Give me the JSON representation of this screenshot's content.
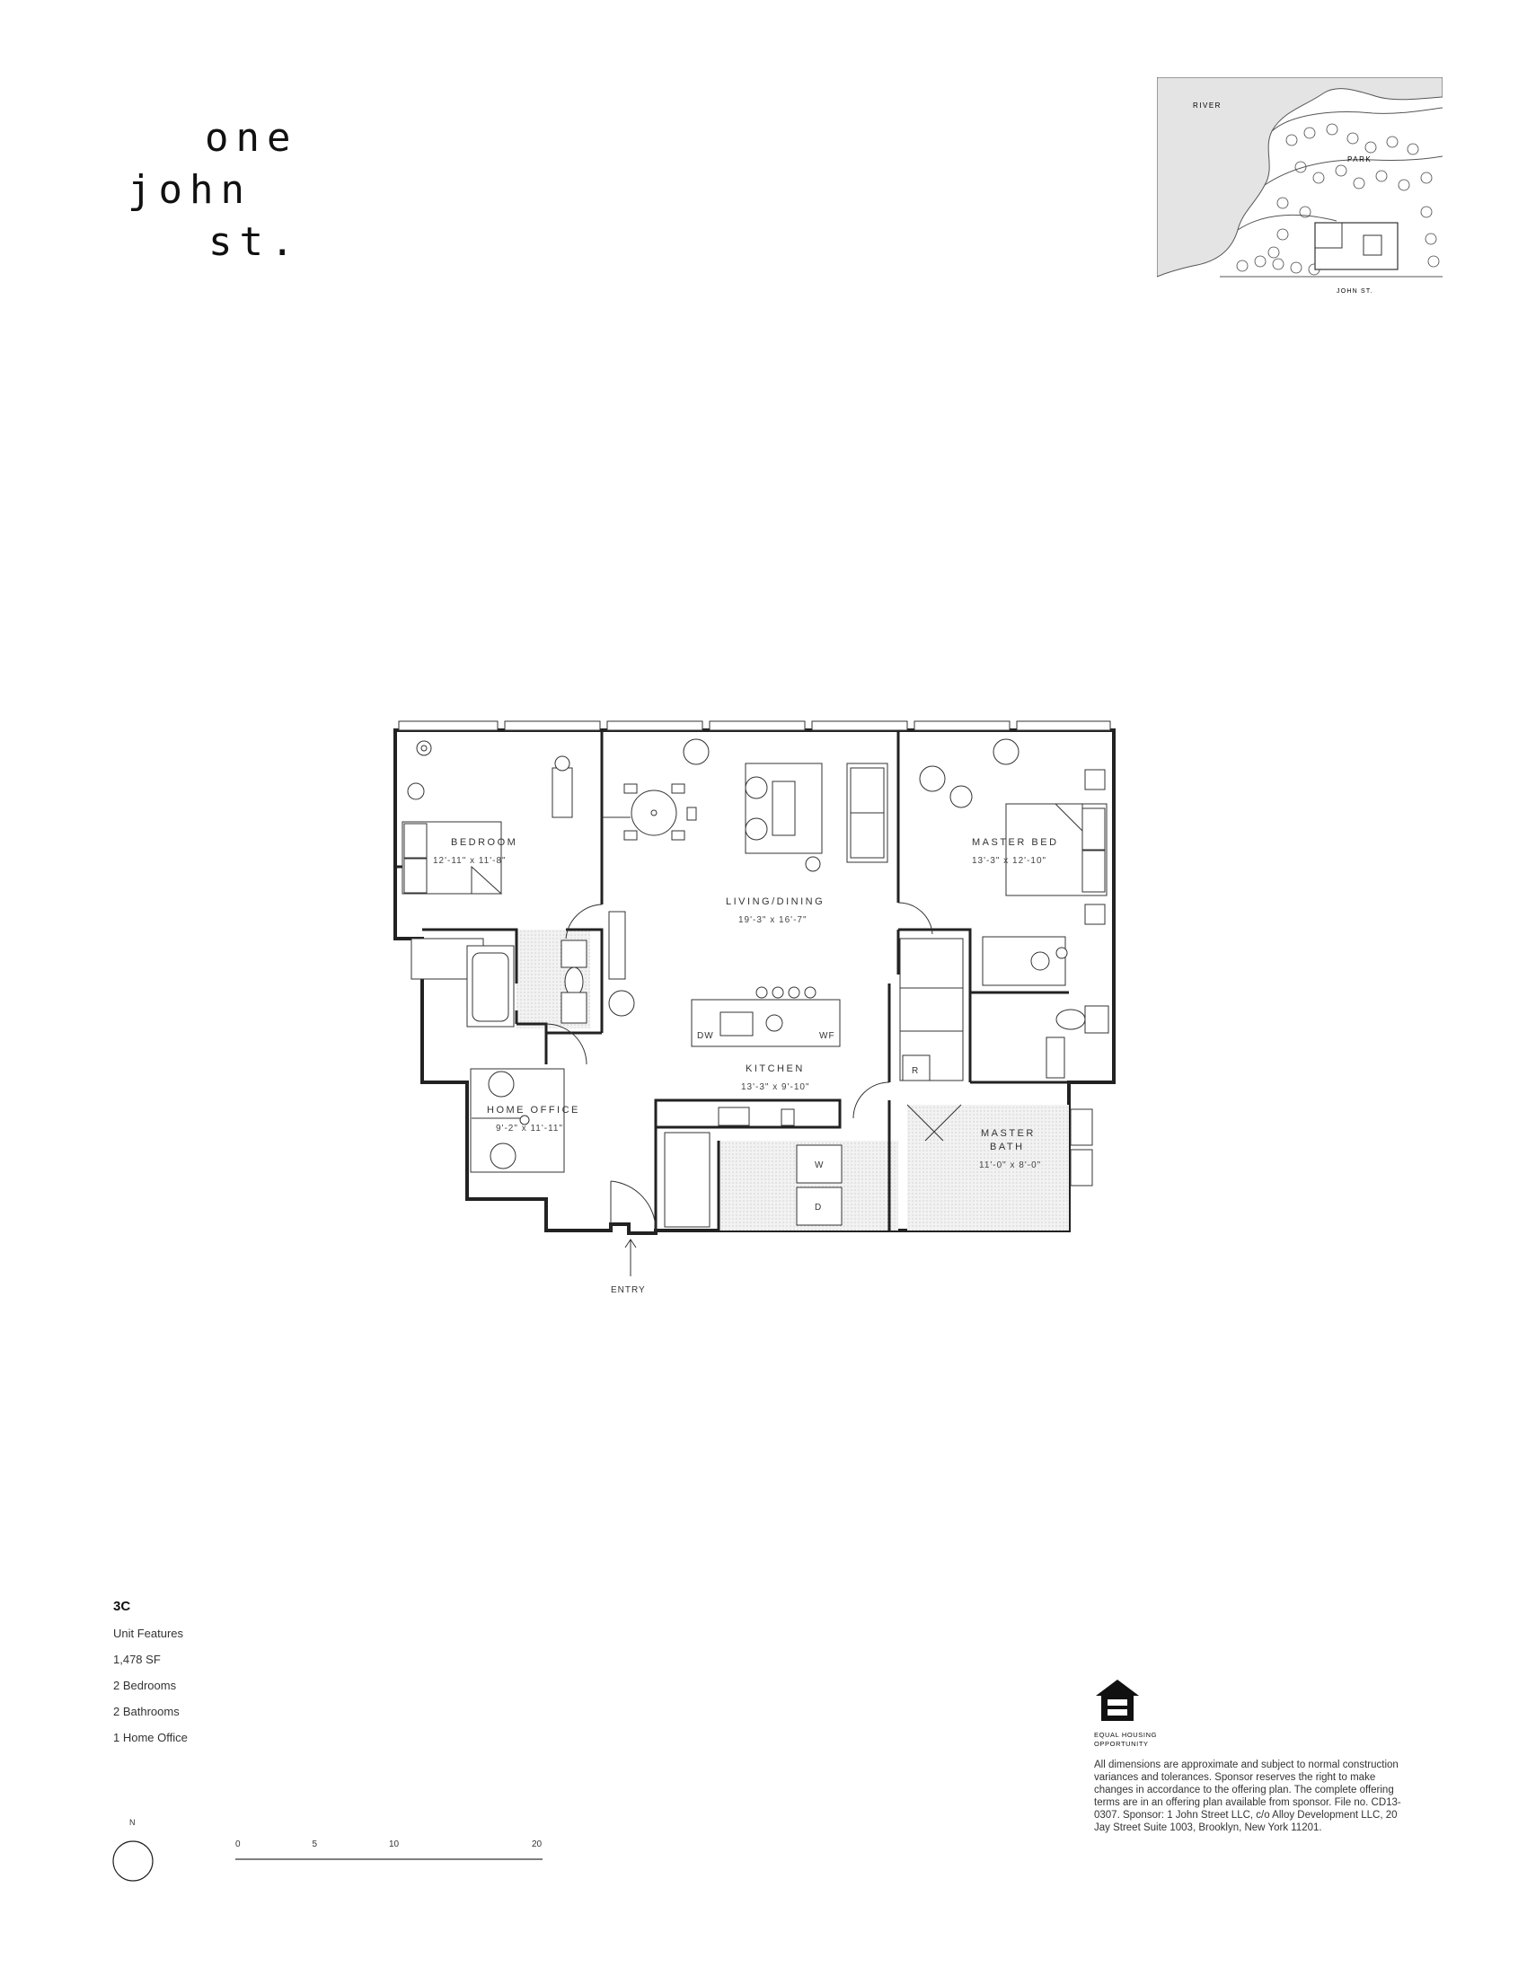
{
  "logo": {
    "line1": "one",
    "line2": "john",
    "line3": "st."
  },
  "keymap": {
    "river": "RIVER",
    "park": "PARK",
    "street": "JOHN ST."
  },
  "plan": {
    "rooms": [
      {
        "id": "bedroom",
        "name": "BEDROOM",
        "dim": "12'-11\"  x  11'-8\""
      },
      {
        "id": "living",
        "name": "LIVING/DINING",
        "dim": "19'-3\"  x  16'-7\""
      },
      {
        "id": "master-bed",
        "name": "MASTER BED",
        "dim": "13'-3\"  x  12'-10\""
      },
      {
        "id": "kitchen",
        "name": "KITCHEN",
        "dim": "13'-3\"  x  9'-10\""
      },
      {
        "id": "home-office",
        "name": "HOME OFFICE",
        "dim": "9'-2\"  x  11'-11\""
      },
      {
        "id": "master-bath",
        "name": "MASTER",
        "name2": "BATH",
        "dim": "11'-0\"  x  8'-0\""
      }
    ],
    "appliances": {
      "dw": "DW",
      "wf": "WF",
      "r": "R",
      "w": "W",
      "d": "D"
    },
    "entry": "ENTRY"
  },
  "features": {
    "unit": "3C",
    "heading": "Unit Features",
    "sf": "1,478 SF",
    "bedrooms": "2 Bedrooms",
    "bathrooms": "2 Bathrooms",
    "office": "1 Home Office"
  },
  "eho": {
    "line1": "EQUAL HOUSING",
    "line2": "OPPORTUNITY"
  },
  "disclaimer": "All dimensions are approximate and subject to normal construction variances and tolerances.  Sponsor reserves the right to make changes in accordance to the offering plan. The complete offering terms are in an offering plan available from sponsor.  File no. CD13-0307. Sponsor: 1 John Street LLC, c/o Alloy Development LLC, 20 Jay Street Suite 1003, Brooklyn, New York 11201.",
  "compass": {
    "north": "N"
  },
  "scale": {
    "labels": [
      "0",
      "5",
      "10",
      "20"
    ],
    "values": [
      0,
      5,
      10,
      20
    ],
    "max": 20
  }
}
